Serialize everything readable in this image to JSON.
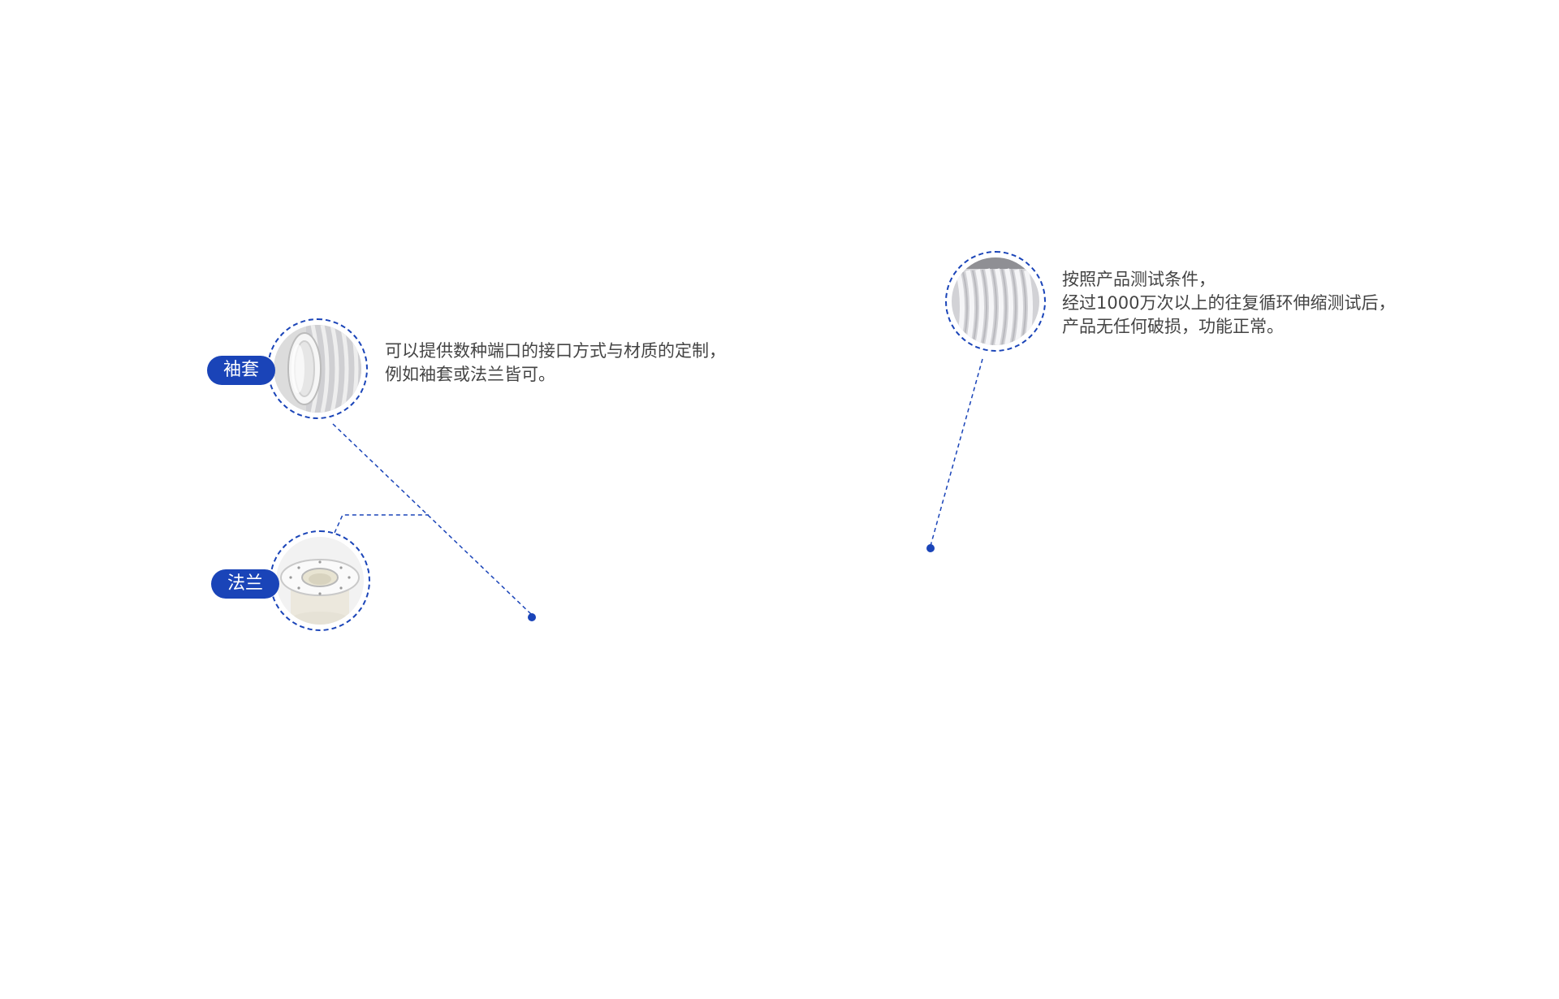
{
  "callouts": {
    "sleeve": {
      "label": "袖套",
      "description_lines": [
        "可以提供数种端口的接口方式与材质的定制，",
        "例如袖套或法兰皆可。"
      ],
      "image": "sleeve-hose-photo"
    },
    "flange": {
      "label": "法兰",
      "image": "flange-fitting-photo"
    },
    "durability": {
      "description_lines": [
        "按照产品测试条件，",
        "经过1000万次以上的往复循环伸缩测试后，",
        "产品无任何破损，功能正常。"
      ],
      "image": "corrugated-hose-photo"
    }
  },
  "colors": {
    "accent": "#1a44b8",
    "text": "#444444",
    "background": "#ffffff"
  }
}
